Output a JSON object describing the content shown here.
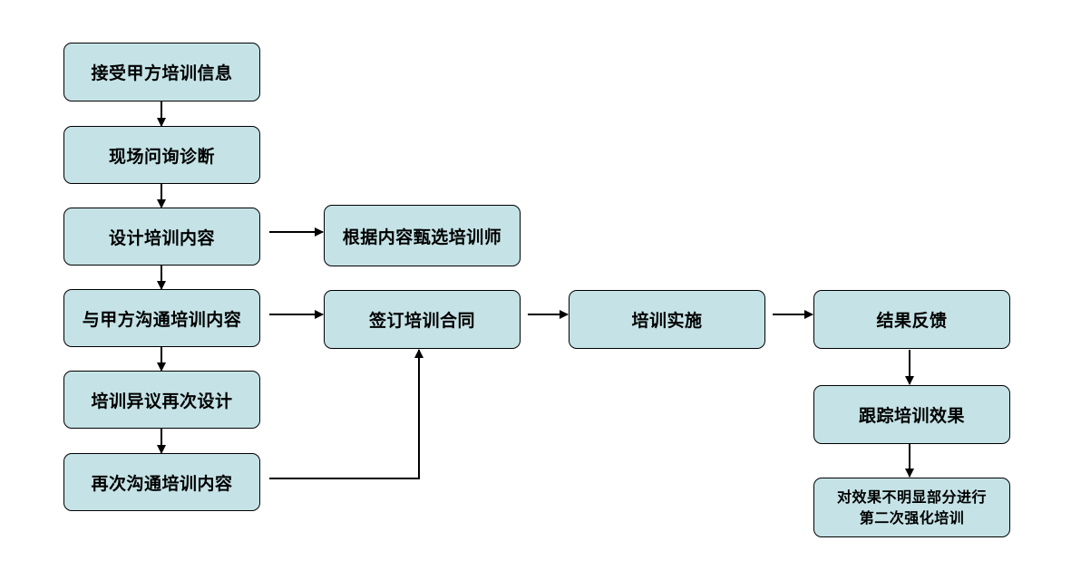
{
  "flowchart": {
    "nodes": {
      "receive_info": "接受甲方培训信息",
      "onsite_diagnosis": "现场问询诊断",
      "design_content": "设计培训内容",
      "select_trainer": "根据内容甄选培训师",
      "communicate_content": "与甲方沟通培训内容",
      "sign_contract": "签订培训合同",
      "training_implementation": "培训实施",
      "result_feedback": "结果反馈",
      "objection_redesign": "培训异议再次设计",
      "re_communicate": "再次沟通培训内容",
      "track_effect": "跟踪培训效果",
      "second_training_line1": "对效果不明显部分进行",
      "second_training_line2": "第二次强化培训"
    },
    "colors": {
      "box_fill": "#c5e3e6",
      "border": "#000000",
      "arrow": "#000000"
    }
  }
}
